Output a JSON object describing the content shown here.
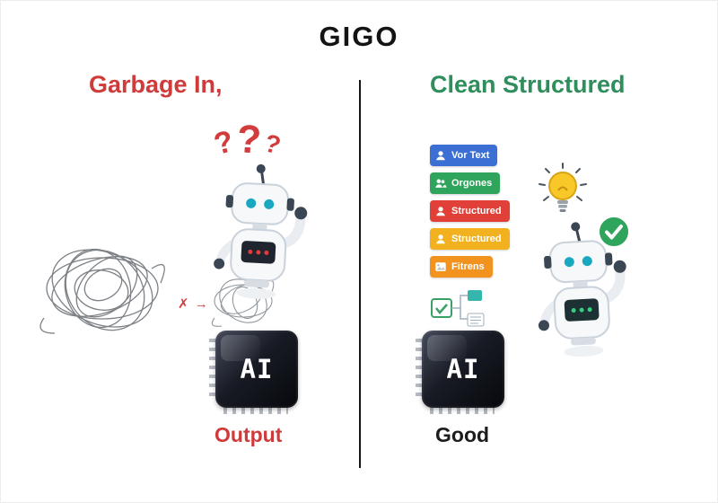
{
  "title": "GIGO",
  "left": {
    "heading": "Garbage In,",
    "question_marks": [
      "?",
      "?",
      "?"
    ],
    "cross_arrow": "✗ →",
    "chip_label": "AI",
    "caption": "Output"
  },
  "right": {
    "heading": "Clean Structured",
    "badges": [
      {
        "label": "Vor Text",
        "color": "#3b6fd4",
        "icon": "user-icon"
      },
      {
        "label": "Orgones",
        "color": "#2fa45c",
        "icon": "users-icon"
      },
      {
        "label": "Structured",
        "color": "#e04038",
        "icon": "user-icon"
      },
      {
        "label": "Structured",
        "color": "#f2b21f",
        "icon": "user-icon"
      },
      {
        "label": "Fitrens",
        "color": "#f2921f",
        "icon": "image-icon"
      }
    ],
    "chip_label": "AI",
    "caption": "Good"
  },
  "colors": {
    "title": "#141414",
    "left_heading": "#cf3a3a",
    "right_heading": "#2e8e5c",
    "left_caption": "#cf3a3a",
    "right_caption": "#1c1c1c",
    "check": "#2fa45c",
    "bulb": "#f8c829"
  }
}
